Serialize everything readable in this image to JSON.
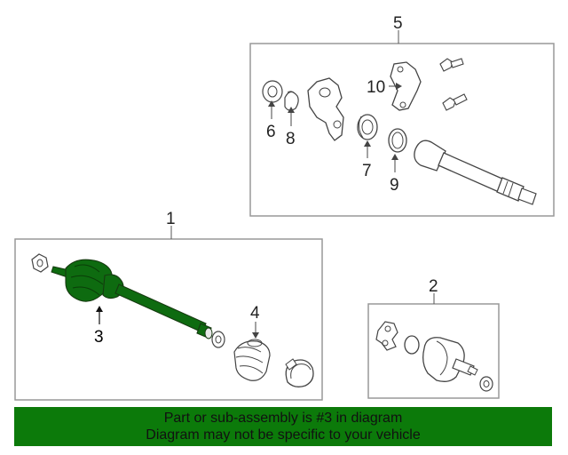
{
  "colors": {
    "highlight": "#0e6b10",
    "banner": "#0c7a0a",
    "line": "#555555",
    "box": "#999999"
  },
  "callouts": {
    "c1": "1",
    "c2": "2",
    "c3": "3",
    "c4": "4",
    "c5": "5",
    "c6": "6",
    "c7": "7",
    "c8": "8",
    "c9": "9",
    "c10": "10"
  },
  "banner": {
    "line1": "Part or sub-assembly is #3 in diagram",
    "line2": "Diagram may not be specific to your vehicle"
  }
}
